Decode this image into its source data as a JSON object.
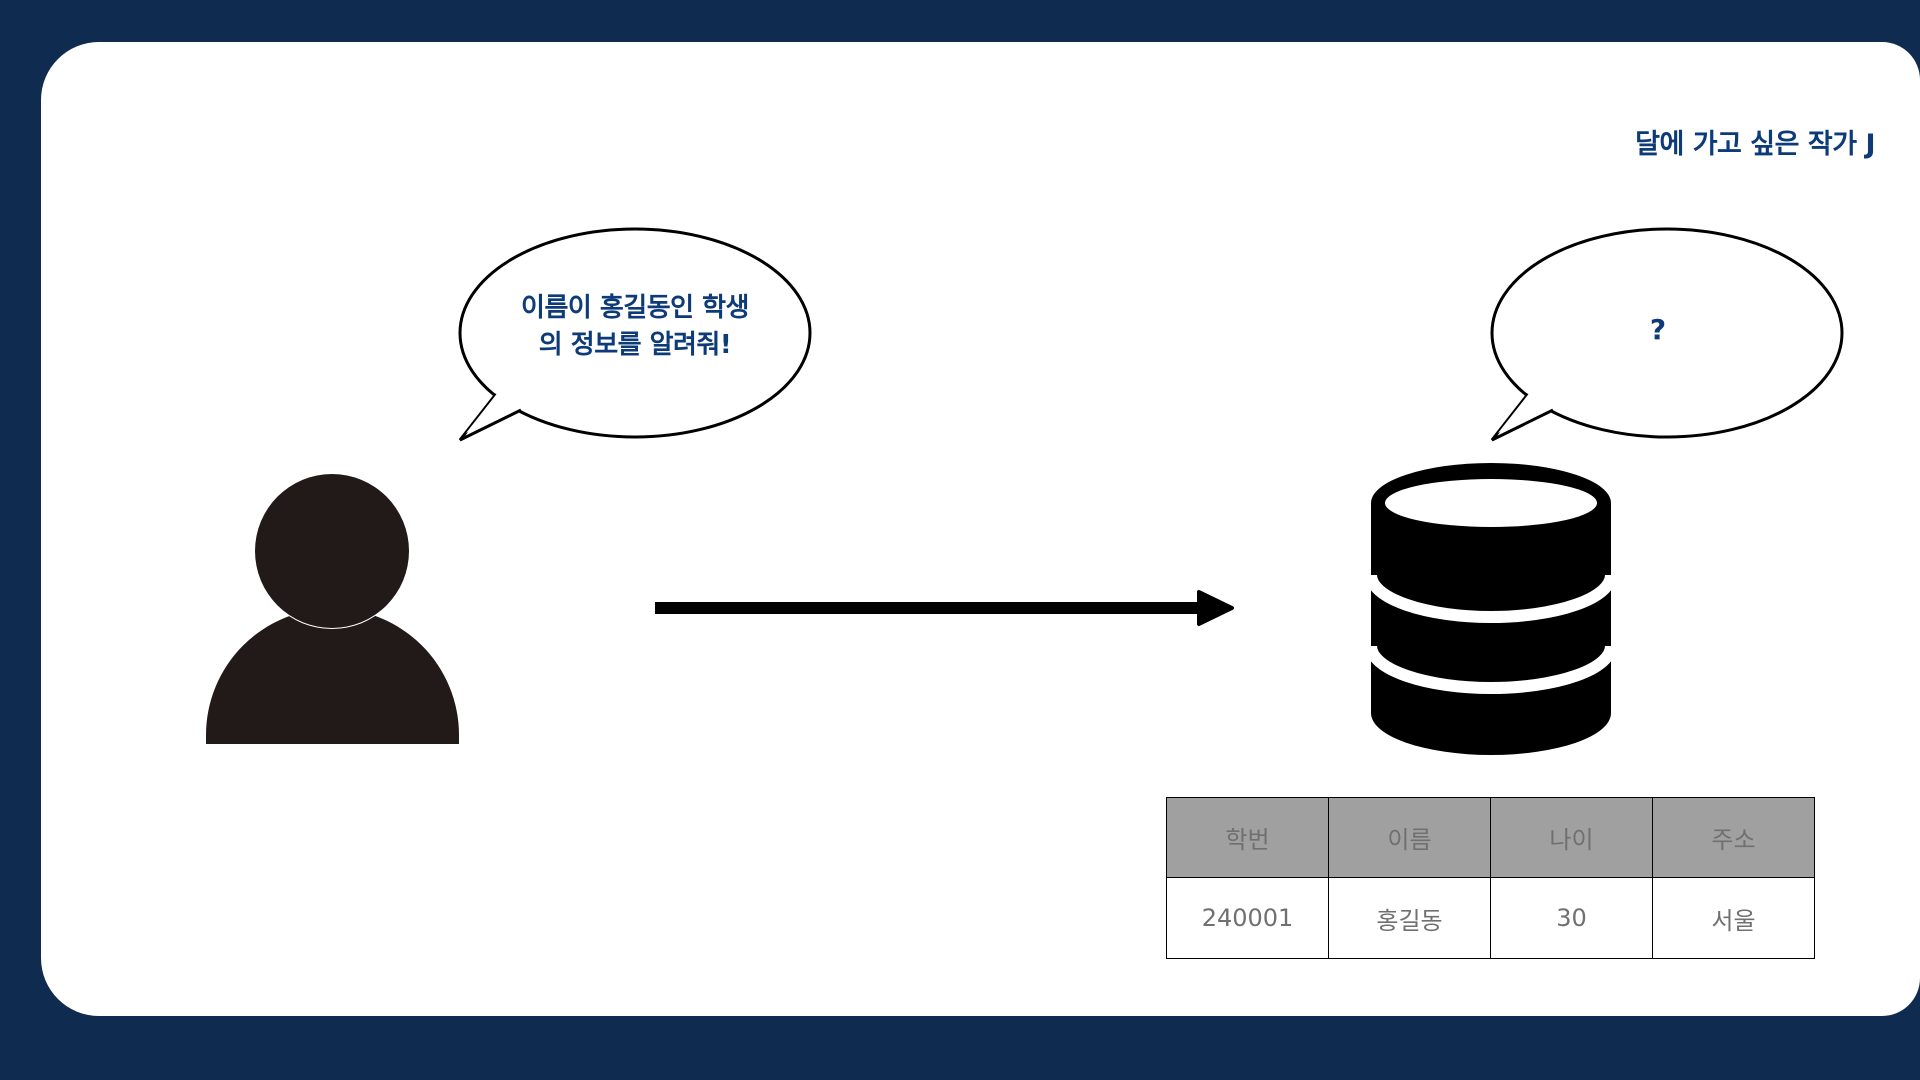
{
  "author": "달에 가고 싶은 작가 J",
  "bubbles": {
    "user_line1": "이름이 홍길동인 학생",
    "user_line2": "의 정보를 알려줘!",
    "db": "?"
  },
  "table": {
    "headers": [
      "학번",
      "이름",
      "나이",
      "주소"
    ],
    "rows": [
      [
        "240001",
        "홍길동",
        "30",
        "서울"
      ]
    ]
  },
  "colors": {
    "background": "#0f2b4f",
    "card": "#ffffff",
    "accent_text": "#0d3b79",
    "person": "#221a18",
    "database": "#000000",
    "arrow": "#000000",
    "table_header_bg": "#a0a0a0",
    "table_text": "#707070"
  },
  "icons": {
    "user": "person-icon",
    "db": "database-icon",
    "flow": "arrow-right-icon"
  }
}
